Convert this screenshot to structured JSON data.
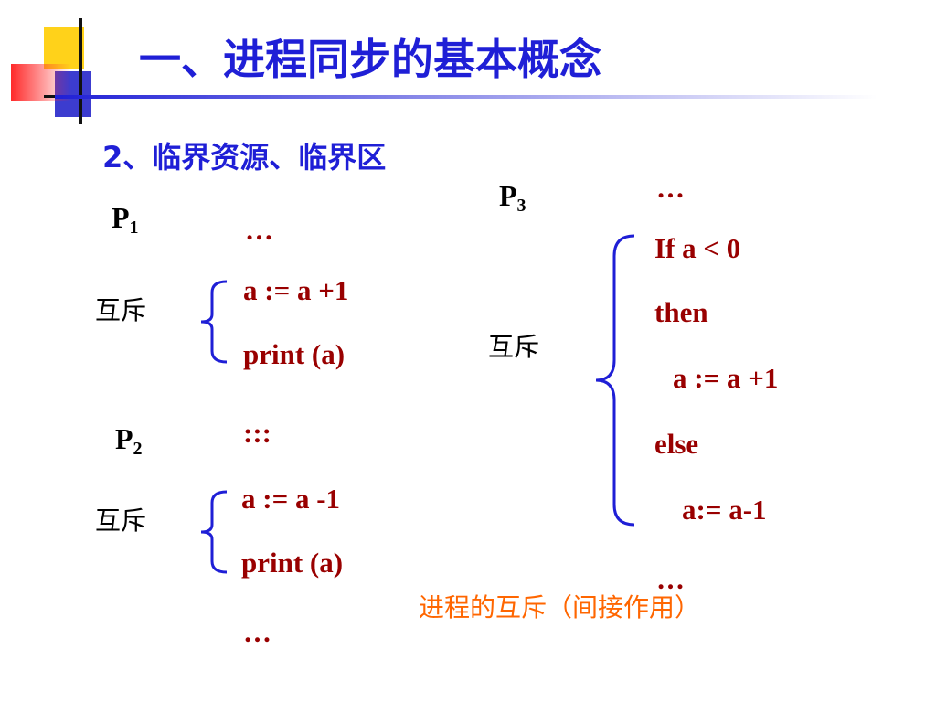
{
  "slide": {
    "title": "一、进程同步的基本概念",
    "subtitle": "2、临界资源、临界区"
  },
  "p1": {
    "label": "P",
    "sub": "1",
    "mutex_label": "互斥",
    "lines": [
      "…",
      "a := a +1",
      "print (a)",
      ":::"
    ]
  },
  "p2": {
    "label": "P",
    "sub": "2",
    "mutex_label": "互斥",
    "lines": [
      "a := a -1",
      "print (a)",
      "…"
    ]
  },
  "p3": {
    "label": "P",
    "sub": "3",
    "mutex_label": "互斥",
    "lines": [
      "…",
      "If a < 0",
      "then",
      "a := a +1",
      "else",
      "a:= a-1",
      "…"
    ]
  },
  "note": "进程的互斥（间接作用）",
  "colors": {
    "title": "#1f1fd6",
    "code": "#990000",
    "note": "#ff6600",
    "brace": "#1f1fd6"
  }
}
